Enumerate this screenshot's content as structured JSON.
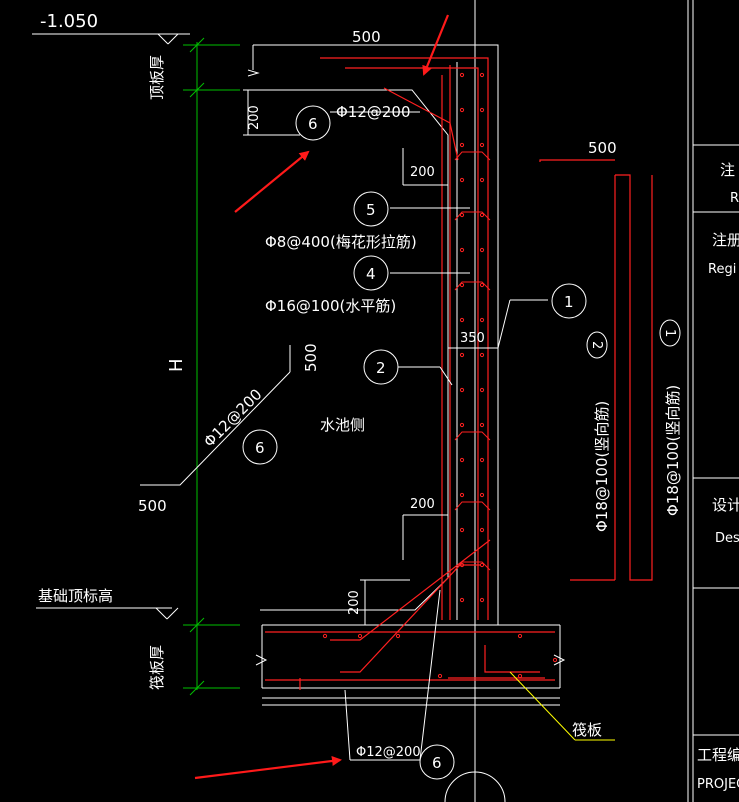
{
  "labels": {
    "elevation": "-1.050",
    "top_slab": "顶板厚",
    "raft_thickness": "筏板厚",
    "height": "H",
    "foundation_top": "基础顶标高",
    "pool_side": "水池侧",
    "raft": "筏板"
  },
  "dims": {
    "top_width": "500",
    "right_width": "500",
    "left_width": "500",
    "diag_500": "500",
    "haunch_200_top": "200",
    "haunch_200_top_v": "200",
    "haunch_200_mid": "200",
    "haunch_200_bot_v": "200",
    "wall_350": "350"
  },
  "rebar": {
    "r6_top": "Φ12@200",
    "r6_mid": "Φ12@200",
    "r6_bot": "Φ12@200",
    "r5": "Φ8@400(梅花形拉筋)",
    "r4": "Φ16@100(水平筋)",
    "r2": "Φ18@100(竖向筋)",
    "r1": "Φ18@100(竖向筋)"
  },
  "markers": {
    "m6_top": "6",
    "m5": "5",
    "m4": "4",
    "m1": "1",
    "m2": "2",
    "m6_mid": "6",
    "m6_bot": "6",
    "m2_vert": "2",
    "m1_vert": "1"
  },
  "title_block": {
    "zhu": "注",
    "r": "R",
    "zhuce": "注册",
    "regi": "Regi",
    "sheji": "设计",
    "des": "Des",
    "project_no": "工程编",
    "project": "PROJEC"
  },
  "colors": {
    "background": "#000000",
    "lines": "#ffffff",
    "rebar": "#ff2020",
    "dimension": "#00c000",
    "leader": "#ffff00",
    "arrow": "#ff1a1a"
  }
}
